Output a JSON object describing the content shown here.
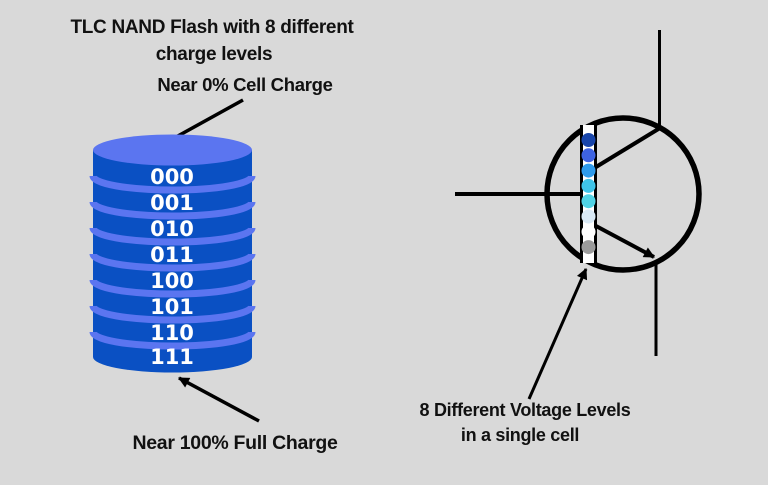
{
  "background_color": "#d9d9d9",
  "left": {
    "title_line1": "TLC NAND Flash with 8 different",
    "title_line2": "charge levels",
    "top_label": "Near 0% Cell Charge",
    "bottom_label": "Near 100% Full Charge",
    "cylinder": {
      "body_color": "#0a50c3",
      "cap_color": "#5b75f0",
      "label_color": "#ffffff",
      "levels": [
        "000",
        "001",
        "010",
        "011",
        "100",
        "101",
        "110",
        "111"
      ]
    }
  },
  "right": {
    "caption_line1": "8 Different Voltage Levels",
    "caption_line2": "in a single cell",
    "transistor": {
      "stroke_color": "#000000",
      "gate_fill": "#ffffff",
      "dot_colors": [
        "#1845aa",
        "#3e63e2",
        "#2f9bec",
        "#3fc4e9",
        "#50d2e4",
        "#d9e9f5",
        "#ffffff",
        "#9b9b9b"
      ]
    }
  }
}
